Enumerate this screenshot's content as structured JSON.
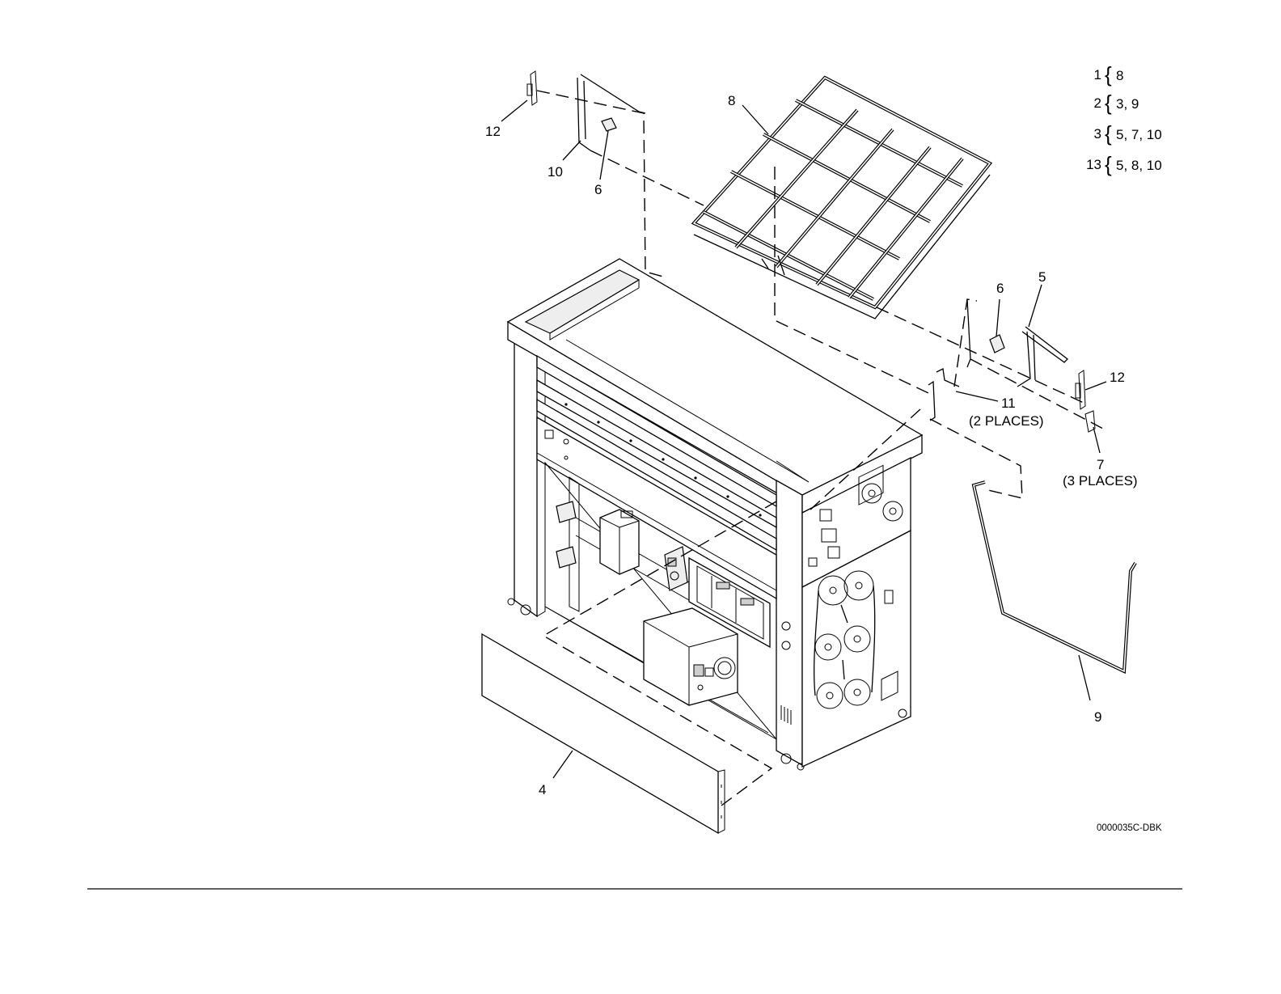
{
  "callouts": [
    {
      "id": "c12a",
      "text": "12"
    },
    {
      "id": "c10",
      "text": "10"
    },
    {
      "id": "c6a",
      "text": "6"
    },
    {
      "id": "c8",
      "text": "8"
    },
    {
      "id": "c6b",
      "text": "6"
    },
    {
      "id": "c5",
      "text": "5"
    },
    {
      "id": "c12b",
      "text": "12"
    },
    {
      "id": "c11",
      "text": "11"
    },
    {
      "id": "c11note",
      "text": "(2 PLACES)"
    },
    {
      "id": "c7",
      "text": "7"
    },
    {
      "id": "c7note",
      "text": "(3 PLACES)"
    },
    {
      "id": "c9",
      "text": "9"
    },
    {
      "id": "c4",
      "text": "4"
    }
  ],
  "legend": [
    {
      "item": "1",
      "brace": "{",
      "parts": "8"
    },
    {
      "item": "2",
      "brace": "{",
      "parts": "3, 9"
    },
    {
      "item": "3",
      "brace": "{",
      "parts": "5, 7, 10"
    },
    {
      "item": "13",
      "brace": "{",
      "parts": "5, 8, 10"
    }
  ],
  "figure_code": "0000035C-DBK",
  "colors": {
    "ink": "#000000",
    "paper": "#ffffff",
    "shade": "#eeeeee"
  }
}
